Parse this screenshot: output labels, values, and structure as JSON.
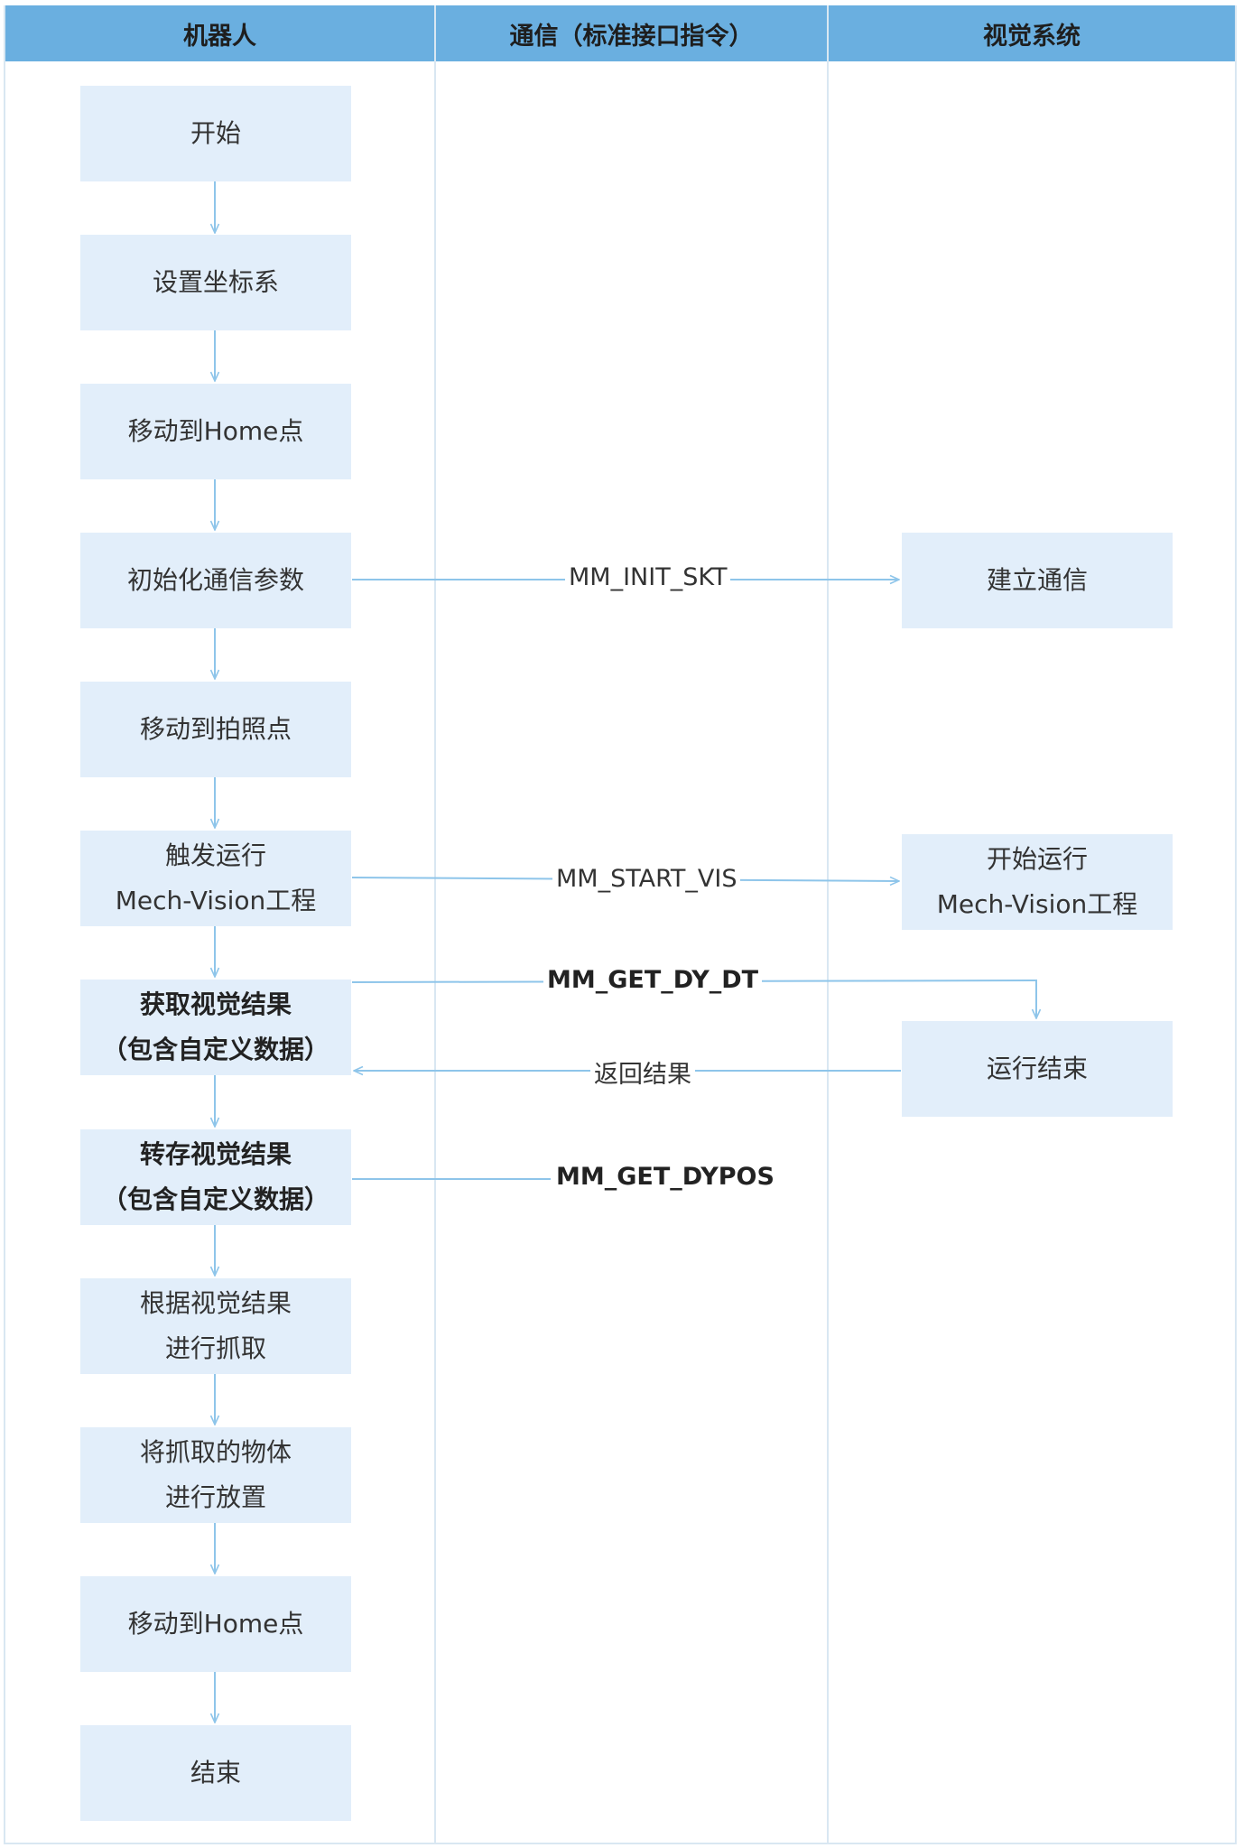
{
  "lanes": {
    "robot": "机器人",
    "comm": "通信（标准接口指令）",
    "vision": "视觉系统"
  },
  "robot_steps": {
    "start": "开始",
    "set_coords": "设置坐标系",
    "move_home_1": "移动到Home点",
    "init_comm": "初始化通信参数",
    "move_photo": "移动到拍照点",
    "trigger_line1": "触发运行",
    "trigger_line2": "Mech-Vision工程",
    "get_result_line1": "获取视觉结果",
    "get_result_line2": "（包含自定义数据）",
    "save_result_line1": "转存视觉结果",
    "save_result_line2": "（包含自定义数据）",
    "pick_line1": "根据视觉结果",
    "pick_line2": "进行抓取",
    "place_line1": "将抓取的物体",
    "place_line2": "进行放置",
    "move_home_2": "移动到Home点",
    "end": "结束"
  },
  "vision_steps": {
    "establish_comm": "建立通信",
    "start_run_line1": "开始运行",
    "start_run_line2": "Mech-Vision工程",
    "run_end": "运行结束"
  },
  "commands": {
    "init": "MM_INIT_SKT",
    "start_vis": "MM_START_VIS",
    "get_dy_dt": "MM_GET_DY_DT",
    "return_result": "返回结果",
    "get_dypos": "MM_GET_DYPOS"
  },
  "colors": {
    "header_bg": "#6aafe0",
    "box_bg": "#e2eefa",
    "connector": "#8ec5ea",
    "lane_border": "#d9e7f2"
  }
}
